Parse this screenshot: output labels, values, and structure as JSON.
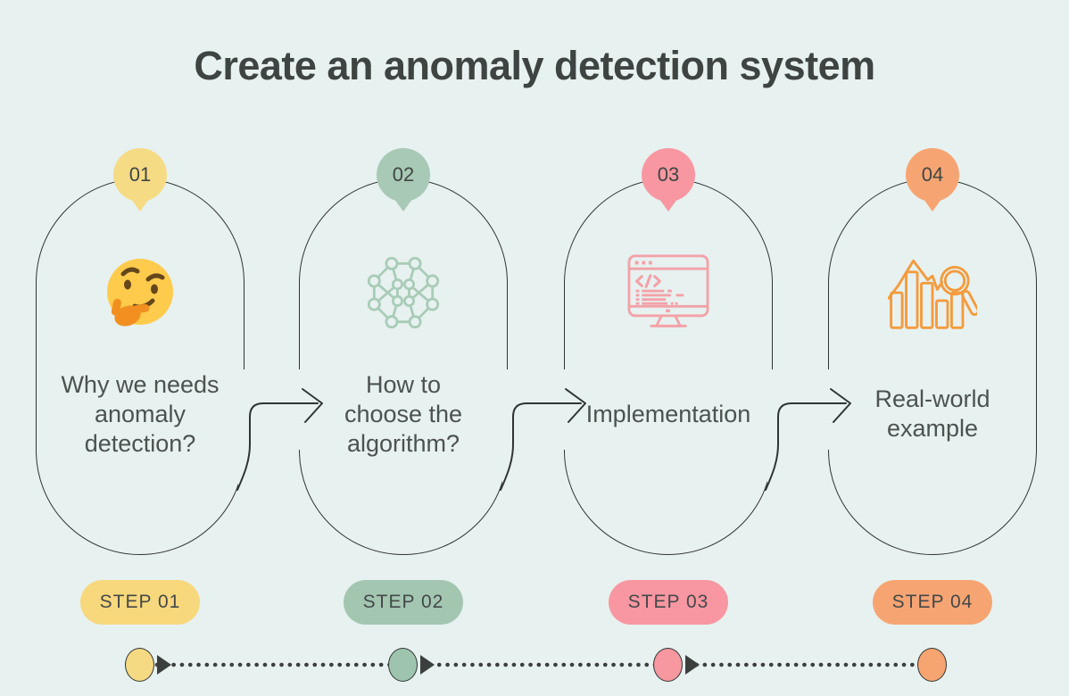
{
  "title": "Create an anomaly detection system",
  "background_color": "#E7F1F0",
  "steps": [
    {
      "number": "01",
      "badge": "STEP 01",
      "label_lines": [
        "Why we needs",
        "anomaly",
        "detection?"
      ],
      "color": "#F6DB85",
      "badge_color": "#F8D87C",
      "node_color": "#F6D983",
      "icon": "thinking-emoji-icon",
      "emoji_colors": {
        "face": "#FFCB4C",
        "features": "#65471B",
        "hand": "#F19020"
      }
    },
    {
      "number": "02",
      "badge": "STEP 02",
      "label_lines": [
        "How to",
        "choose the",
        "algorithm?"
      ],
      "color": "#A8C9B5",
      "badge_color": "#A3C6B1",
      "node_color": "#9FC4AE",
      "icon": "neural-network-icon",
      "icon_color": "#A9CCB7"
    },
    {
      "number": "03",
      "badge": "STEP 03",
      "label_lines": [
        "Implementation"
      ],
      "color": "#F897A1",
      "badge_color": "#F897A1",
      "node_color": "#F797A0",
      "icon": "code-monitor-icon",
      "icon_color": "#F3A2A8"
    },
    {
      "number": "04",
      "badge": "STEP 04",
      "label_lines": [
        "Real-world",
        "example"
      ],
      "color": "#F6A572",
      "badge_color": "#F6A572",
      "node_color": "#F6A470",
      "icon": "chart-magnifier-icon",
      "icon_color": "#F49B3C"
    }
  ]
}
